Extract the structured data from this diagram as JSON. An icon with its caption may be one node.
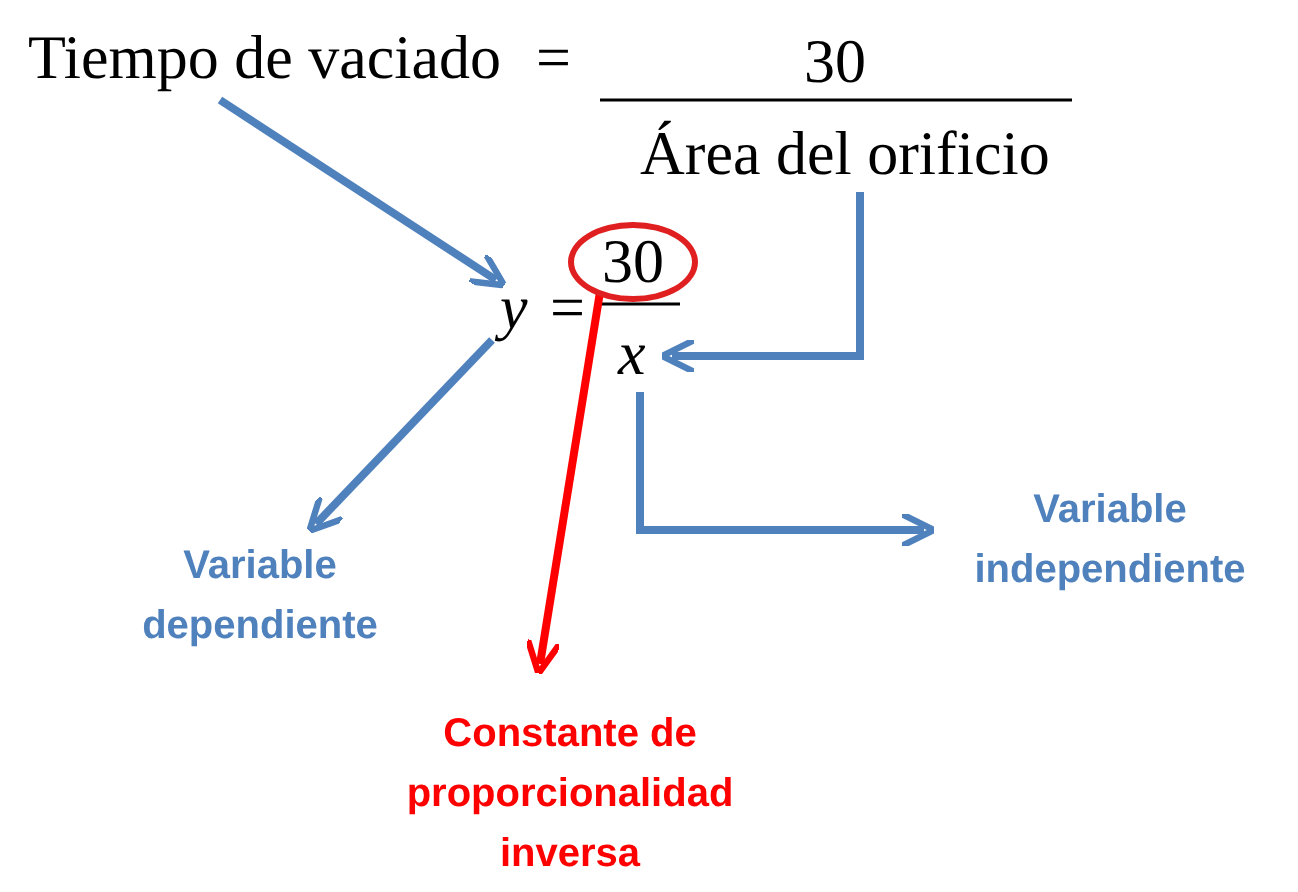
{
  "diagram": {
    "nodes": [
      {
        "text": [
          "Tiempo de vaciado"
        ]
      },
      {
        "text": [
          "Área del orificio"
        ]
      },
      {
        "text": [
          "y"
        ]
      },
      {
        "text": [
          "30"
        ]
      },
      {
        "text": [
          "x"
        ]
      },
      {
        "text": [
          "Variable dependiente"
        ]
      },
      {
        "text": [
          "Variable independiente"
        ]
      },
      {
        "text": [
          "Constante de proporcionalidad inversa"
        ]
      }
    ],
    "edges": [
      {
        "from": 0,
        "to": 2,
        "arrow": "to"
      },
      {
        "from": 1,
        "to": 4,
        "arrow": "to"
      },
      {
        "from": 2,
        "to": 5,
        "arrow": "to"
      },
      {
        "from": 4,
        "to": 6,
        "arrow": "to"
      },
      {
        "from": 3,
        "to": 7,
        "arrow": "to",
        "color": "#ff0000"
      }
    ],
    "labels": [
      "=",
      "30",
      "="
    ]
  }
}
